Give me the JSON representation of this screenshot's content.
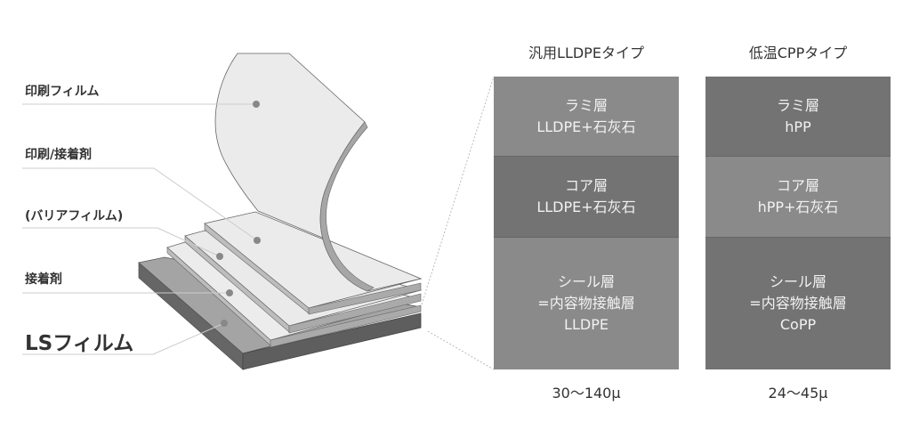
{
  "labels": {
    "print_film": "印刷フィルム",
    "print_adhesive": "印刷/接着剤",
    "barrier_film": "(バリアフィルム)",
    "adhesive": "接着剤",
    "ls_film": "LSフィルム"
  },
  "columns": [
    {
      "title": "汎用LLDPEタイプ",
      "layers": [
        {
          "name": "ラミ層",
          "material": "LLDPE+石灰石",
          "color": "#8a8a8a"
        },
        {
          "name": "コア層",
          "material": "LLDPE+石灰石",
          "color": "#737373"
        },
        {
          "name": "シール層",
          "note": "=内容物接触層",
          "material": "LLDPE",
          "color": "#8a8a8a"
        }
      ],
      "thickness": "30〜140μ"
    },
    {
      "title": "低温CPPタイプ",
      "layers": [
        {
          "name": "ラミ層",
          "material": "hPP",
          "color": "#737373"
        },
        {
          "name": "コア層",
          "material": "hPP+石灰石",
          "color": "#8a8a8a"
        },
        {
          "name": "シール層",
          "note": "=内容物接触層",
          "material": "CoPP",
          "color": "#737373"
        }
      ],
      "thickness": "24〜45μ"
    }
  ]
}
